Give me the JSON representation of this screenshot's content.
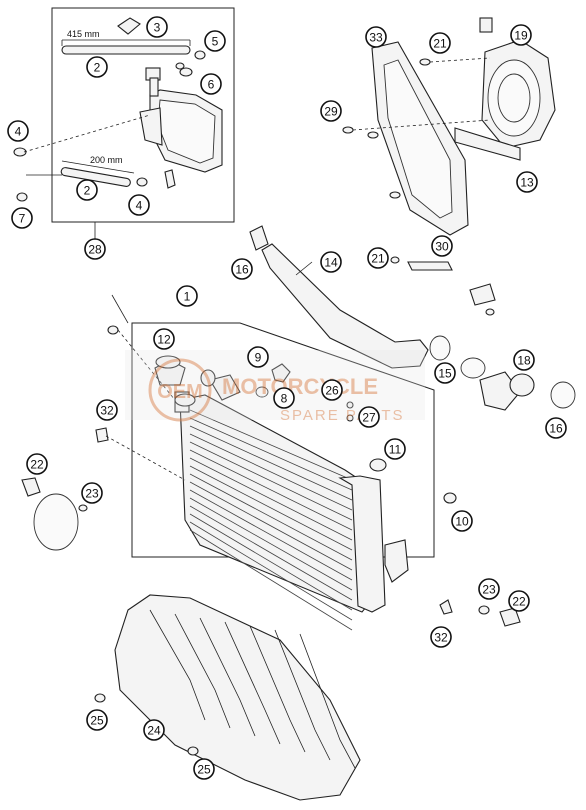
{
  "dimensions": {
    "hose_long": "415 mm",
    "hose_short": "200 mm"
  },
  "watermark": {
    "logo": "OEM",
    "line1": "MOTORCYCLE",
    "line2": "SPARE PARTS",
    "color": "#d88a5a"
  },
  "callouts": [
    {
      "id": "c3",
      "label": "3"
    },
    {
      "id": "c5",
      "label": "5"
    },
    {
      "id": "c2a",
      "label": "2"
    },
    {
      "id": "c6",
      "label": "6"
    },
    {
      "id": "c4a",
      "label": "4"
    },
    {
      "id": "c7",
      "label": "7"
    },
    {
      "id": "c2b",
      "label": "2"
    },
    {
      "id": "c4b",
      "label": "4"
    },
    {
      "id": "c28",
      "label": "28"
    },
    {
      "id": "c33",
      "label": "33"
    },
    {
      "id": "c21a",
      "label": "21"
    },
    {
      "id": "c19",
      "label": "19"
    },
    {
      "id": "c29",
      "label": "29"
    },
    {
      "id": "c13",
      "label": "13"
    },
    {
      "id": "c16a",
      "label": "16"
    },
    {
      "id": "c14",
      "label": "14"
    },
    {
      "id": "c21b",
      "label": "21"
    },
    {
      "id": "c30",
      "label": "30"
    },
    {
      "id": "c1",
      "label": "1"
    },
    {
      "id": "c12",
      "label": "12"
    },
    {
      "id": "c9",
      "label": "9"
    },
    {
      "id": "c8",
      "label": "8"
    },
    {
      "id": "c26",
      "label": "26"
    },
    {
      "id": "c27",
      "label": "27"
    },
    {
      "id": "c15",
      "label": "15"
    },
    {
      "id": "c18",
      "label": "18"
    },
    {
      "id": "c16b",
      "label": "16"
    },
    {
      "id": "c32a",
      "label": "32"
    },
    {
      "id": "c11",
      "label": "11"
    },
    {
      "id": "c22a",
      "label": "22"
    },
    {
      "id": "c23a",
      "label": "23"
    },
    {
      "id": "c10",
      "label": "10"
    },
    {
      "id": "c23b",
      "label": "23"
    },
    {
      "id": "c22b",
      "label": "22"
    },
    {
      "id": "c32b",
      "label": "32"
    },
    {
      "id": "c25a",
      "label": "25"
    },
    {
      "id": "c24",
      "label": "24"
    },
    {
      "id": "c25b",
      "label": "25"
    }
  ]
}
